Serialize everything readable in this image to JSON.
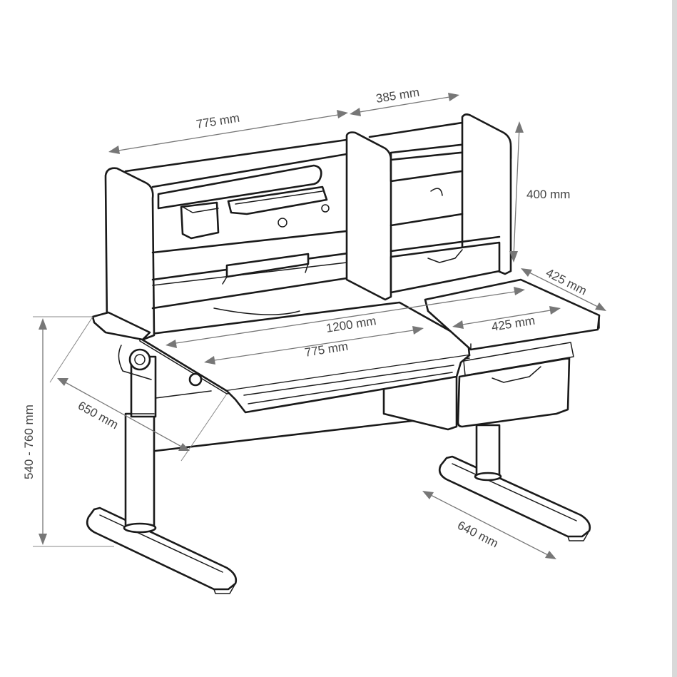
{
  "dimensions": {
    "shelf_left_width": "775 mm",
    "shelf_right_width": "385 mm",
    "shelf_height": "400 mm",
    "side_depth": "425 mm",
    "desk_total_width": "1200 mm",
    "desk_side_width": "425 mm",
    "desk_main_width": "775 mm",
    "desk_depth": "650 mm",
    "desk_height_range": "540 - 760 mm",
    "base_depth": "640 mm"
  }
}
